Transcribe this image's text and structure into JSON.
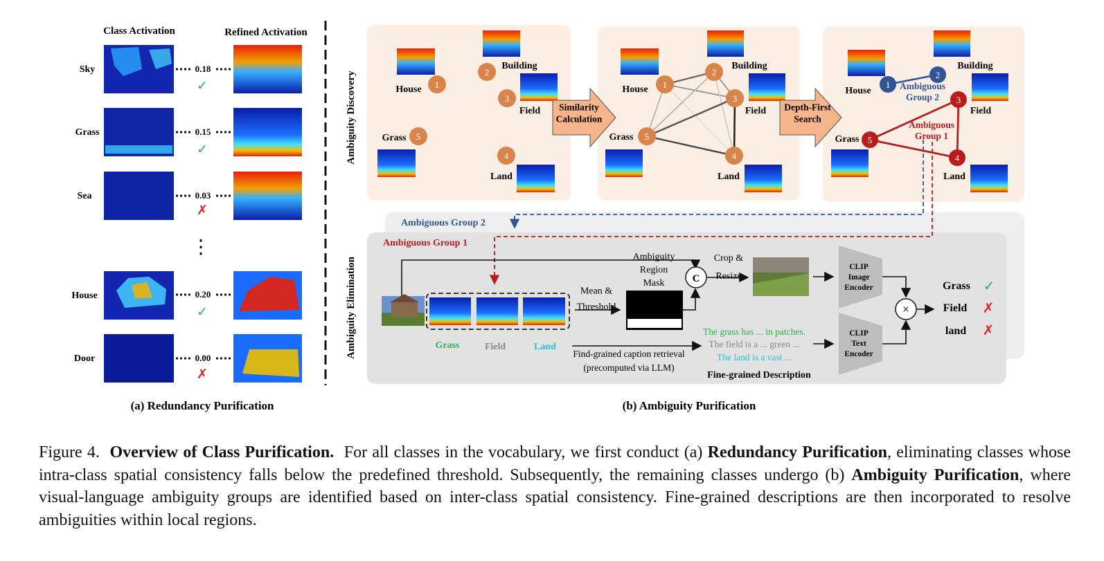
{
  "panel_a": {
    "col_headers": [
      "Class Activation",
      "Refined Activation"
    ],
    "rows": [
      {
        "label": "Sky",
        "score": "0.18",
        "mark": "✓",
        "kept": true
      },
      {
        "label": "Grass",
        "score": "0.15",
        "mark": "✓",
        "kept": true
      },
      {
        "label": "Sea",
        "score": "0.03",
        "mark": "✗",
        "kept": false
      },
      {
        "label": "House",
        "score": "0.20",
        "mark": "✓",
        "kept": true
      },
      {
        "label": "Door",
        "score": "0.00",
        "mark": "✗",
        "kept": false
      }
    ],
    "ellipsis": "⋮",
    "subcaption": "(a) Redundancy Purification"
  },
  "panel_b": {
    "row_labels": [
      "Ambiguity Discovery",
      "Ambiguity Elimination"
    ],
    "graph_nodes": [
      {
        "id": "1",
        "label": "House"
      },
      {
        "id": "2",
        "label": "Building"
      },
      {
        "id": "3",
        "label": "Field"
      },
      {
        "id": "4",
        "label": "Land"
      },
      {
        "id": "5",
        "label": "Grass"
      }
    ],
    "step_arrows": [
      "Similarity Calculation",
      "Depth-First Search"
    ],
    "group_labels": [
      "Ambiguous Group 2",
      "Ambiguous Group 1"
    ],
    "elimination": {
      "maps": [
        "Grass",
        "Field",
        "Land"
      ],
      "mean_threshold": "Mean & Threshold",
      "mask_label": "Ambiguity Region Mask",
      "concat": "C",
      "crop_resize": "Crop & Resize",
      "image_encoder": "CLIP Image Encoder",
      "text_encoder": "CLIP Text Encoder",
      "descriptions": [
        "The grass has ... in patches.",
        "The field is a ... green ...",
        "The land is a vast ..."
      ],
      "desc_title": "Fine-grained Description",
      "retrieval_note": "Find-grained caption retrieval (precomputed via LLM)",
      "multiply": "×",
      "results": [
        {
          "label": "Grass",
          "mark": "✓"
        },
        {
          "label": "Field",
          "mark": "✗"
        },
        {
          "label": "land",
          "mark": "✗"
        }
      ]
    },
    "subcaption": "(b) Ambiguity Purification"
  },
  "caption": {
    "prefix": "Figure 4.",
    "title": "Overview of Class Purification.",
    "t1": "For all classes in the vocabulary, we first conduct (a)",
    "b1": "Redundancy Purification",
    "t2": ", eliminating classes whose intra-class spatial consistency falls below the predefined threshold. Subsequently, the remaining classes undergo (b)",
    "b2": "Ambiguity Purification",
    "t3": ", where visual-language ambiguity groups are identified based on inter-class spatial consistency. Fine-grained descriptions are then incorporated to resolve ambiguities within local regions."
  },
  "colors": {
    "node": "#d9844b",
    "group1": "#b81c1c",
    "group2": "#2f5597",
    "panel_bg": "#fbeee4",
    "elim_bg": "#e7e7e7",
    "green": "#2bb34a",
    "red": "#e32222",
    "cyan": "#2bbfd6",
    "gray": "#888888"
  }
}
